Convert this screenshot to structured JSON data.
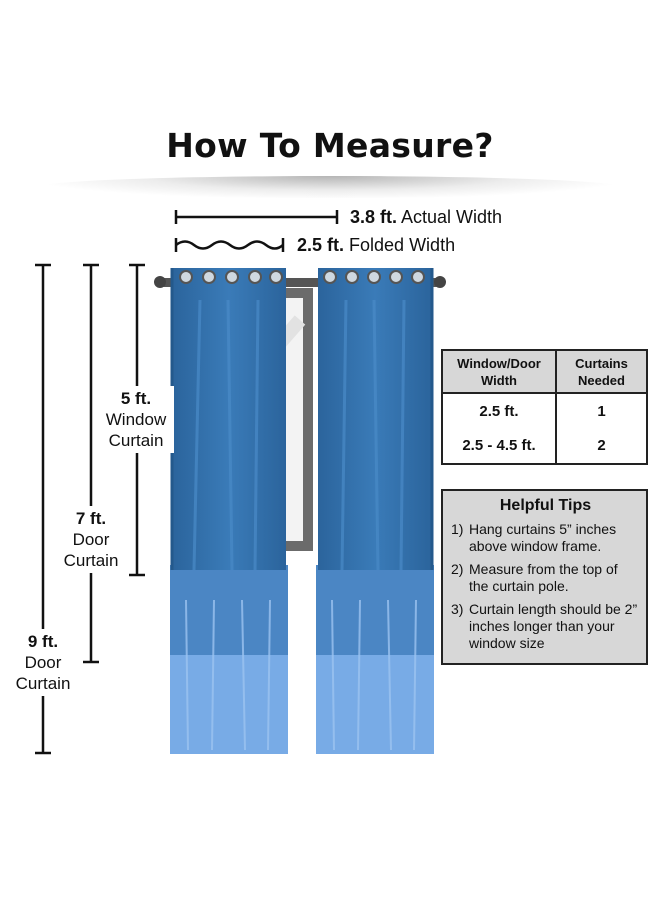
{
  "title": "How To Measure?",
  "widths": {
    "actual": {
      "value": "3.8 ft.",
      "label": "Actual Width"
    },
    "folded": {
      "value": "2.5 ft.",
      "label": "Folded Width"
    }
  },
  "heights": {
    "window": {
      "value": "5 ft.",
      "line1": "Window",
      "line2": "Curtain"
    },
    "door7": {
      "value": "7 ft.",
      "line1": "Door",
      "line2": "Curtain"
    },
    "door9": {
      "value": "9 ft.",
      "line1": "Door",
      "line2": "Curtain"
    }
  },
  "table": {
    "header_width": "Window/Door Width",
    "header_curtains": "Curtains Needed",
    "rows": [
      {
        "width": "2.5 ft.",
        "curtains": "1"
      },
      {
        "width": "2.5 - 4.5 ft.",
        "curtains": "2"
      }
    ]
  },
  "tips": {
    "title": "Helpful Tips",
    "items": [
      {
        "num": "1)",
        "text": "Hang curtains 5” inches above window frame."
      },
      {
        "num": "2)",
        "text": "Measure from the top of the curtain pole."
      },
      {
        "num": "3)",
        "text": "Curtain length should be 2” inches longer than your window size"
      }
    ]
  },
  "colors": {
    "curtain_dark": "#2f6da5",
    "curtain_mid": "#4b86c4",
    "curtain_light": "#78abe6",
    "rod": "#555555",
    "window_frame": "#6b6b6b"
  }
}
